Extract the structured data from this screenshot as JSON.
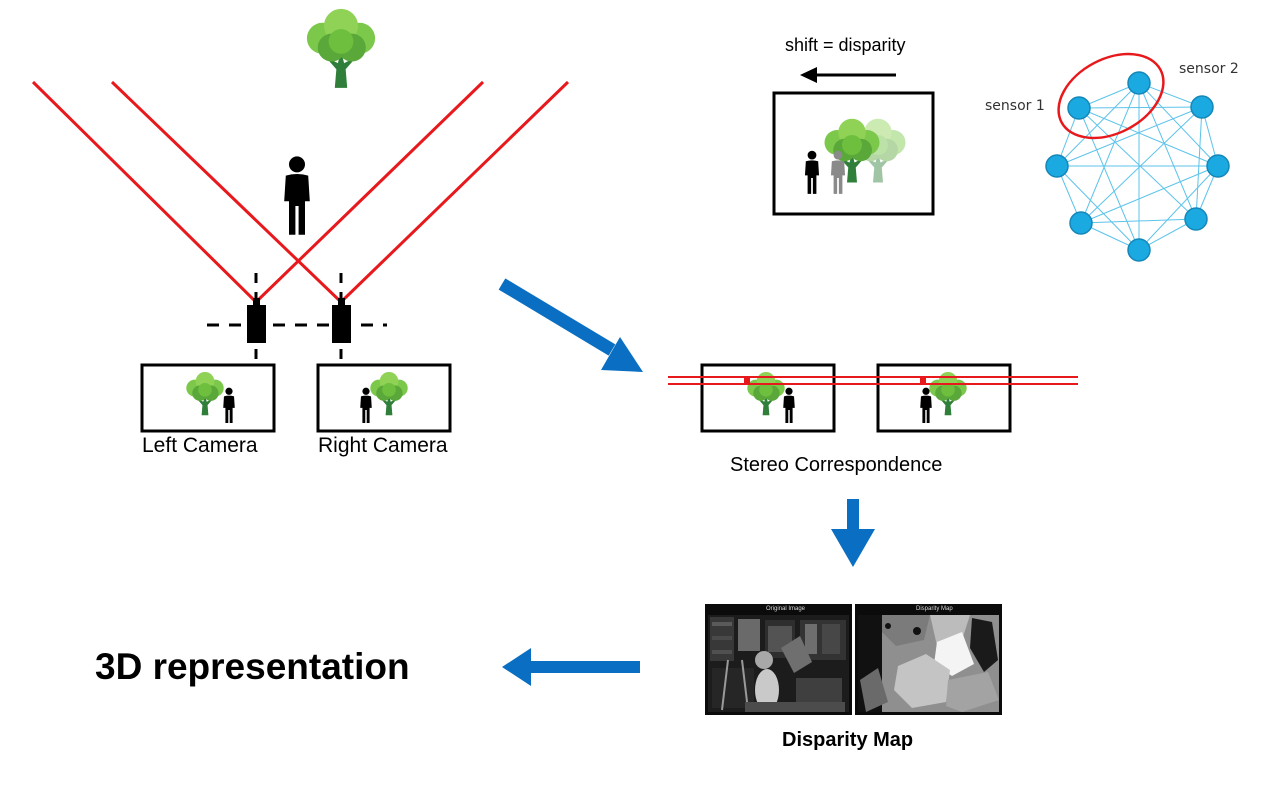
{
  "labels": {
    "left_camera": "Left Camera",
    "right_camera": "Right Camera",
    "shift": "shift = disparity",
    "sensor1": "sensor 1",
    "sensor2": "sensor 2",
    "stereo": "Stereo Correspondence",
    "disparity_map": "Disparity Map",
    "original_image_title": "Original Image",
    "disparity_map_title": "Disparity Map",
    "representation": "3D representation"
  },
  "colors": {
    "ray_red": "#e8191c",
    "arrow_blue": "#0a6fc2",
    "node_blue": "#1ba9e1",
    "edge_blue": "#5cc3ea",
    "tree_green": "#6fbf3f",
    "trunk_green": "#2f7f3a"
  },
  "network": {
    "node_count": 8,
    "edges": [
      [
        0,
        1
      ],
      [
        1,
        2
      ],
      [
        2,
        3
      ],
      [
        3,
        4
      ],
      [
        4,
        5
      ],
      [
        5,
        6
      ],
      [
        6,
        7
      ],
      [
        7,
        0
      ],
      [
        0,
        2
      ],
      [
        0,
        3
      ],
      [
        0,
        4
      ],
      [
        0,
        5
      ],
      [
        1,
        3
      ],
      [
        1,
        4
      ],
      [
        1,
        5
      ],
      [
        1,
        6
      ],
      [
        1,
        7
      ],
      [
        2,
        4
      ],
      [
        2,
        6
      ],
      [
        2,
        7
      ],
      [
        3,
        5
      ],
      [
        3,
        6
      ],
      [
        3,
        7
      ],
      [
        4,
        6
      ],
      [
        5,
        7
      ]
    ],
    "highlighted_nodes": [
      0,
      1
    ]
  }
}
